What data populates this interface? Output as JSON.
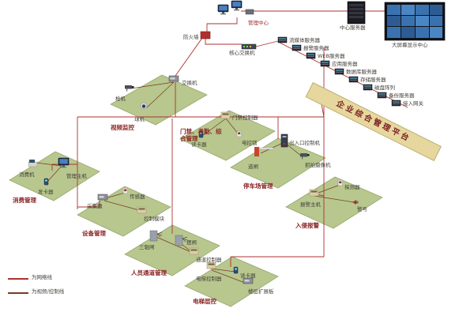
{
  "banner": {
    "text": "企业综合管理平台"
  },
  "control_center": {
    "workstations_label": "管理中心",
    "firewall_label": "防火墙",
    "core_switch_label": "核心交换机",
    "server_rack_label": "中心服务器",
    "video_wall_label": "大屏幕显示中心"
  },
  "server_chain": [
    {
      "label": "流媒体服务器"
    },
    {
      "label": "报警服务器"
    },
    {
      "label": "WEB服务器"
    },
    {
      "label": "应用服务器"
    },
    {
      "label": "数据库服务器"
    },
    {
      "label": "存储服务器"
    },
    {
      "label": "磁盘阵列"
    },
    {
      "label": "备份服务器"
    },
    {
      "label": "接入网关"
    }
  ],
  "zones": [
    {
      "title": "视频监控",
      "devices": [
        "枪机",
        "球机",
        "交换机"
      ]
    },
    {
      "title": "门禁、考勤、综合管理",
      "devices": [
        "门禁控制器",
        "读卡器",
        "电控锁"
      ]
    },
    {
      "title": "消费管理",
      "devices": [
        "消费机",
        "发卡器",
        "管理主机"
      ]
    },
    {
      "title": "设备管理",
      "devices": [
        "采集器",
        "传感器",
        "控制模块"
      ]
    },
    {
      "title": "停车场管理",
      "devices": [
        "道闸",
        "出入口控制机",
        "抓拍摄像机"
      ]
    },
    {
      "title": "入侵报警",
      "devices": [
        "报警主机",
        "探测器",
        "警号"
      ]
    },
    {
      "title": "人员通道管理",
      "devices": [
        "三辊闸",
        "摆闸",
        "通道控制器"
      ]
    },
    {
      "title": "电梯层控",
      "devices": [
        "电梯控制器",
        "读卡器",
        "楼层扩展板"
      ]
    }
  ],
  "legend": [
    {
      "label": "为网络线"
    },
    {
      "label": "为视频/控制线"
    }
  ],
  "colors": {
    "platform_green": "#b7c78e",
    "banner_yellow": "#e6d79e",
    "line_red": "#a03030",
    "line_control": "#7a3a20",
    "wall_blue": "#3a72b0"
  }
}
